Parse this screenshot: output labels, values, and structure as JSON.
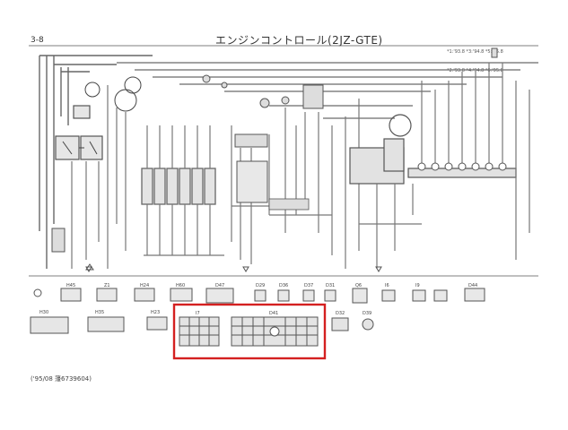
{
  "header": {
    "page_number": "3-8",
    "title": "エンジンコントロール(2JZ-GTE)",
    "legend_lines": [
      "*1:'93.8 *3:'94.8 *5:'95.8",
      "*2:'93.8 *4:'94.8 *6:'95.8"
    ]
  },
  "connectors": {
    "highlight_color": "#d42020",
    "row1": [
      "H45",
      "Z1",
      "H24",
      "H60",
      "D47",
      "D29",
      "D36",
      "D37",
      "D31",
      "Q6",
      "I6",
      "I9",
      "D44"
    ],
    "row2": [
      "H30",
      "H35",
      "H23",
      "I7",
      "D41",
      "D32",
      "D39"
    ]
  },
  "footer": {
    "code": "('95/08 薓6739604)"
  }
}
